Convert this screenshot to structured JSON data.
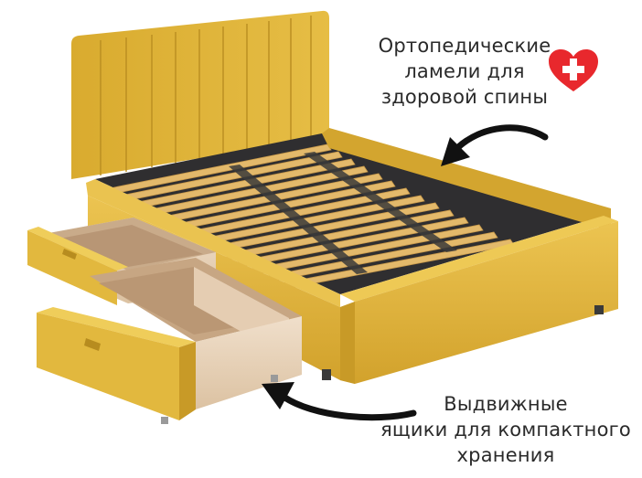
{
  "captions": {
    "slats": {
      "line1": "Ортопедические",
      "line2": "ламели для",
      "line3": "здоровой спины"
    },
    "drawers": {
      "line1": "Выдвижные",
      "line2": "ящики для компактного",
      "line3": "хранения"
    }
  },
  "icons": {
    "health": "heart-cross-icon",
    "pointer_top": "curved-arrow-icon",
    "pointer_bottom": "curved-arrow-icon"
  },
  "colors": {
    "upholstery": "#e2b73e",
    "upholstery_shadow": "#b98f22",
    "slat": "#e3b96b",
    "wood_box": "#e8d3bb",
    "heart": "#e8282d",
    "text": "#2a2a2a",
    "arrow": "#111111"
  }
}
